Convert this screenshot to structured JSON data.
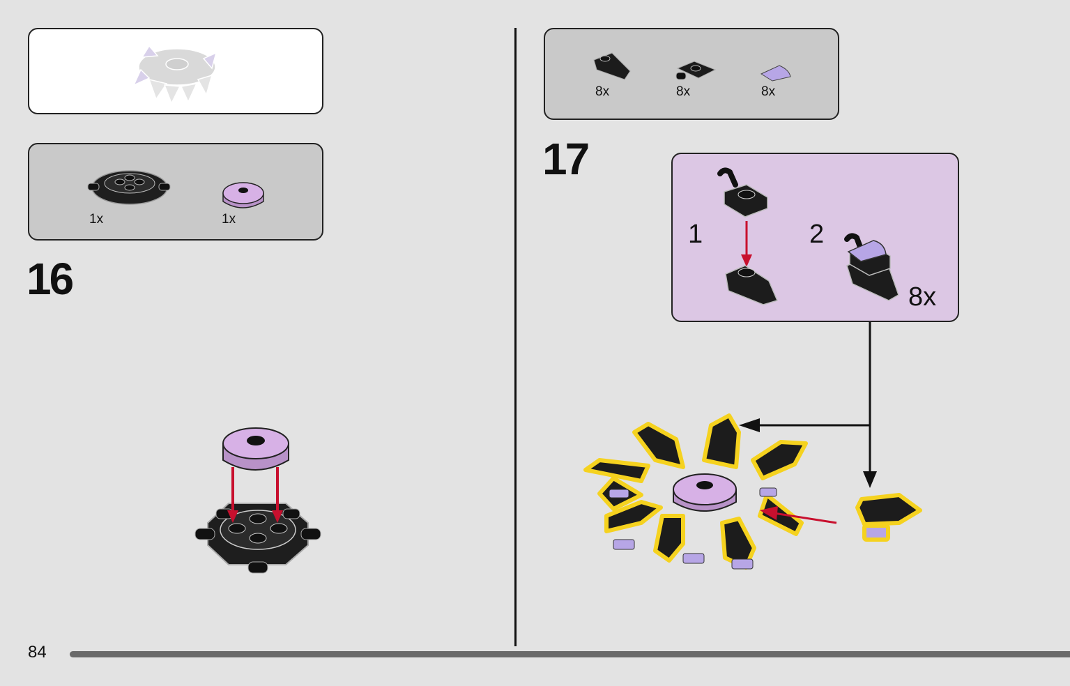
{
  "page": {
    "number": "84"
  },
  "step16": {
    "number": "16",
    "parts": [
      {
        "name": "black-ring-plate",
        "qty": "1x"
      },
      {
        "name": "lavender-round-tile",
        "qty": "1x"
      }
    ]
  },
  "step17": {
    "number": "17",
    "parts": [
      {
        "name": "black-wedge-plate",
        "qty": "8x"
      },
      {
        "name": "black-clip-plate",
        "qty": "8x"
      },
      {
        "name": "lavender-curved-slope",
        "qty": "8x"
      }
    ],
    "substeps": [
      {
        "number": "1"
      },
      {
        "number": "2"
      }
    ],
    "substep_qty": "8x"
  },
  "colors": {
    "background": "#e3e3e3",
    "parts_panel": "#c9c9c9",
    "subassembly_panel": "#dcc7e4",
    "lavender": "#d7b1e6",
    "purple_slope": "#b7a6e6",
    "arrow_red": "#c8102e",
    "highlight_yellow": "#f5d21f"
  }
}
